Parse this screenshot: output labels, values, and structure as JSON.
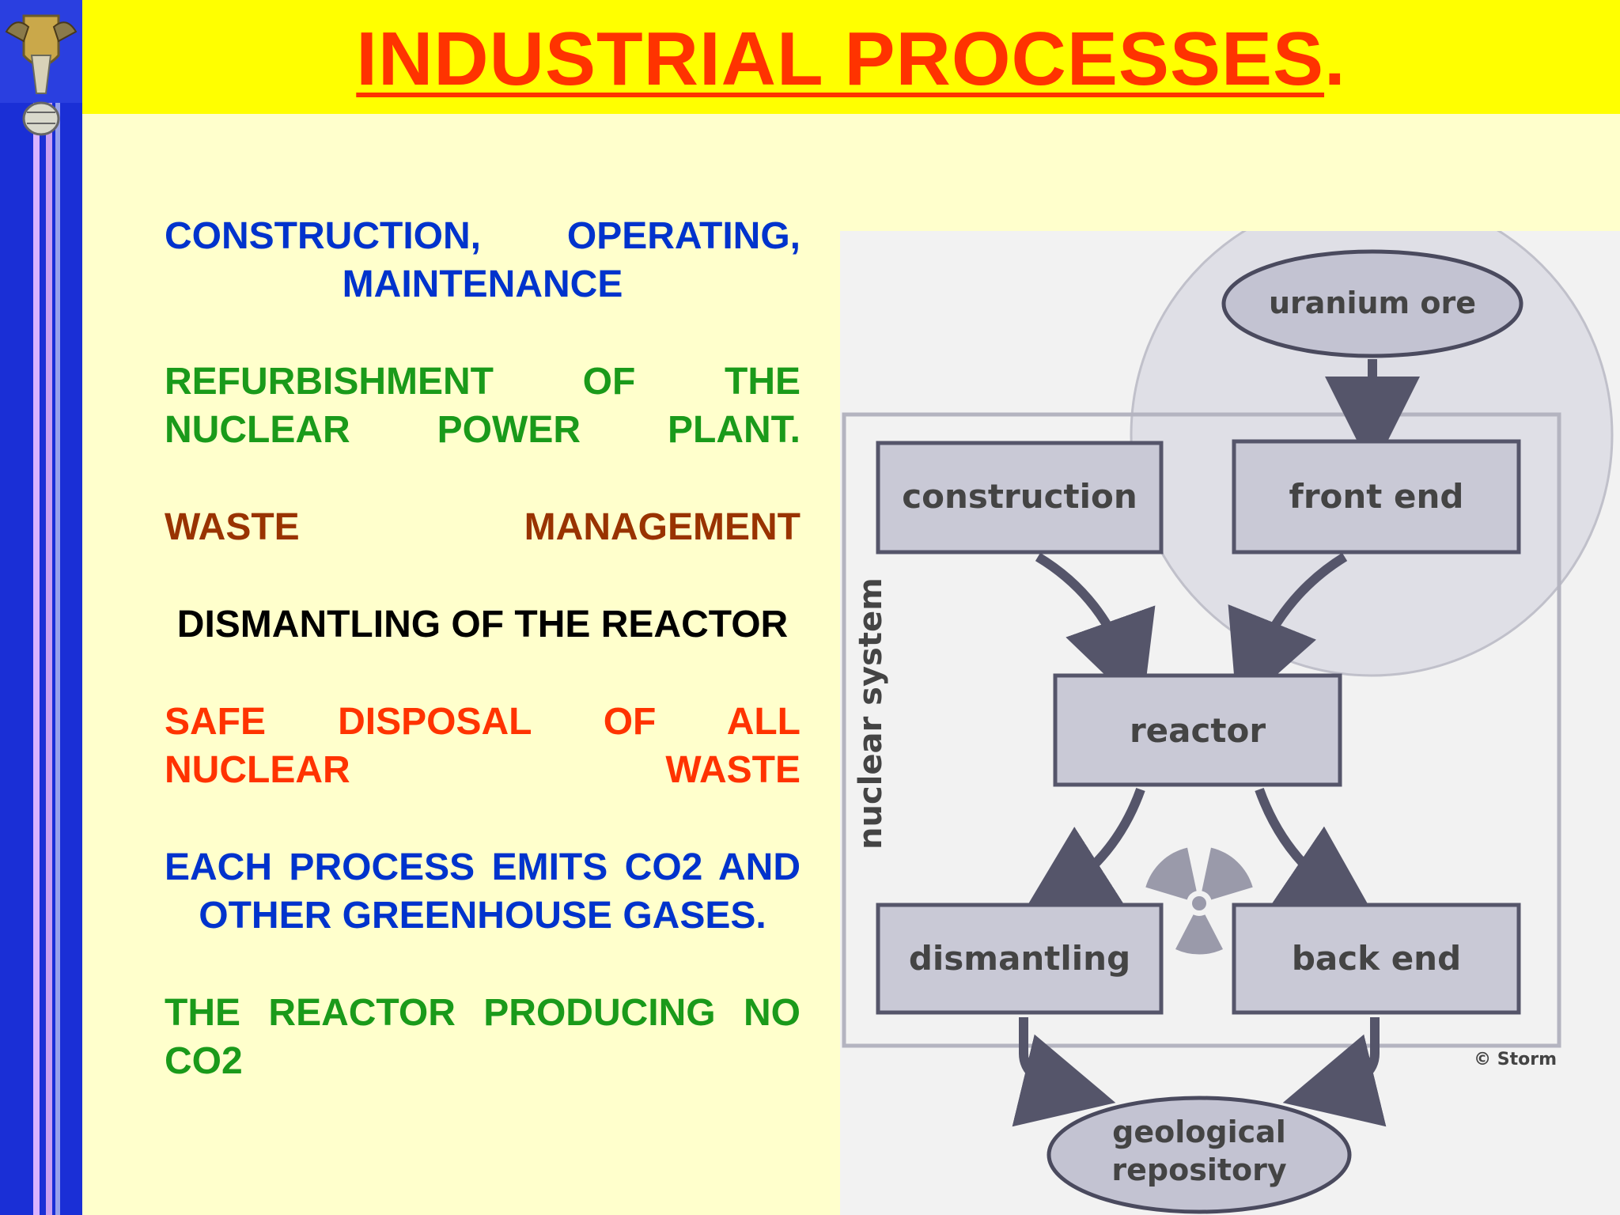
{
  "header": {
    "title": "INDUSTRIAL PROCESSES",
    "title_suffix": "."
  },
  "bullets": [
    {
      "text": "CONSTRUCTION, OPERATING, MAINTENANCE",
      "color": "#0033cc"
    },
    {
      "text": "REFURBISHMENT OF THE NUCLEAR POWER PLANT.",
      "color": "#1a9a1a"
    },
    {
      "text": "WASTE MANAGEMENT",
      "color": "#993300"
    },
    {
      "text": "DISMANTLING OF THE REACTOR",
      "color": "#000000"
    },
    {
      "text": "SAFE DISPOSAL OF ALL NUCLEAR WASTE",
      "color": "#FF3300"
    },
    {
      "text": "EACH PROCESS EMITS CO2 AND OTHER GREENHOUSE GASES.",
      "color": "#0033cc"
    },
    {
      "text": "THE REACTOR PRODUCING NO CO2",
      "color": "#1a9a1a"
    }
  ],
  "diagram": {
    "nodes": {
      "uranium_ore": "uranium ore",
      "construction": "construction",
      "front_end": "front end",
      "reactor": "reactor",
      "dismantling": "dismantling",
      "back_end": "back end",
      "geological_repository_line1": "geological",
      "geological_repository_line2": "repository"
    },
    "system_label": "nuclear system",
    "copyright": "© Storm"
  },
  "colors": {
    "header_bg": "#FFFF00",
    "title": "#FF3300",
    "page_bg": "#FFFFCC",
    "left_bar": "#1a2fd6",
    "box_fill": "#c9c9d6",
    "box_stroke": "#55556a"
  }
}
